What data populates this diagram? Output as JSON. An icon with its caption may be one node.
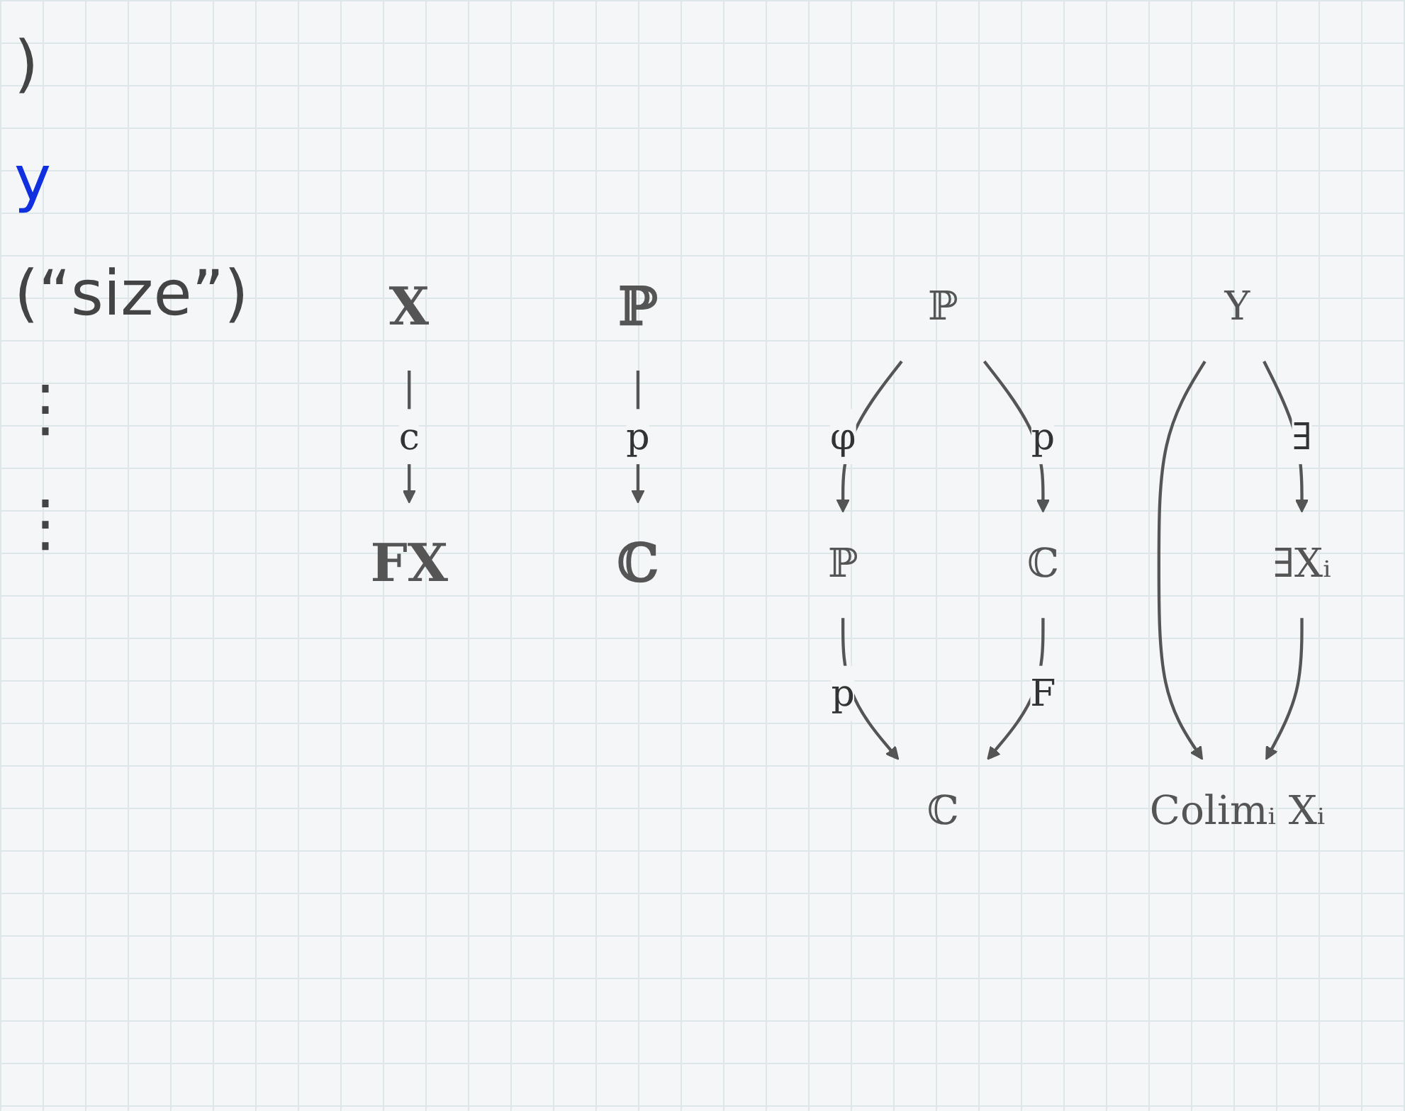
{
  "diagram": {
    "nodes": [
      {
        "text": [
          "FX"
        ]
      },
      {
        "text": [
          "X"
        ]
      },
      {
        "text": [
          "ℙ"
        ]
      },
      {
        "text": [
          "ℂ"
        ]
      },
      {
        "text": [
          "ℙ"
        ]
      },
      {
        "text": [
          "ℙ"
        ]
      },
      {
        "text": [
          "ℂ"
        ]
      },
      {
        "text": [
          "ℂ"
        ]
      },
      {
        "text": [
          "Y"
        ]
      },
      {
        "text": [
          "Colimᵢ Xᵢ"
        ]
      },
      {
        "text": [
          "∃Xᵢ"
        ]
      }
    ],
    "edges": [
      {
        "from": 1,
        "to": 0,
        "arrow": "to",
        "label": "c"
      },
      {
        "from": 2,
        "to": 3,
        "arrow": "to",
        "label": "p"
      },
      {
        "from": 4,
        "to": 5,
        "arrow": "to",
        "label": "φ"
      },
      {
        "from": 4,
        "to": 6,
        "arrow": "to",
        "label": "p"
      },
      {
        "from": 5,
        "to": 7,
        "arrow": "to",
        "label": "p"
      },
      {
        "from": 6,
        "to": 7,
        "arrow": "to",
        "label": "F"
      },
      {
        "from": 8,
        "to": 9,
        "arrow": "to"
      },
      {
        "from": 8,
        "to": 10,
        "arrow": "to",
        "label": "∃"
      },
      {
        "from": 10,
        "to": 9,
        "arrow": "to"
      }
    ],
    "labels": [
      ")",
      "y",
      "(“size”)",
      "⋮",
      "⋮"
    ]
  }
}
